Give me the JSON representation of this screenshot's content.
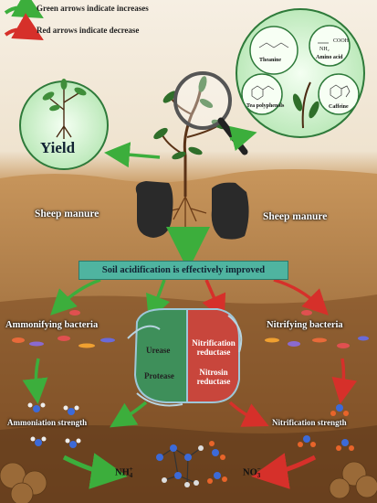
{
  "legend": {
    "increase": "Green arrows indicate increases",
    "decrease": "Red arrows indicate decrease"
  },
  "yield_label": "Yield",
  "compounds": {
    "theanine": "Theanine",
    "amino_acid": "Amino acid",
    "tea_polyphenols": "Tea polyphenols",
    "caffeine": "Caffeine",
    "cooh": "COOH",
    "nh2": "NH₂"
  },
  "manure": {
    "left": "Sheep manure",
    "right": "Sheep manure"
  },
  "banner": "Soil acidification is effectively improved",
  "bacteria": {
    "left": "Ammonifying bacteria",
    "right": "Nitrifying bacteria"
  },
  "enzymes": {
    "urease": "Urease",
    "protease": "Protease",
    "nitrification_reductase": "Nitrification reductase",
    "nitrosin_reductase": "Nitrosin reductase"
  },
  "strength": {
    "left": "Ammoniation strength",
    "right": "Nitrification strength"
  },
  "products": {
    "left_base": "NH",
    "left_sup": "+",
    "left_sub": "4",
    "right_base": "NO",
    "right_sup": "−",
    "right_sub": "3"
  },
  "colors": {
    "increase_arrow": "#3cae3c",
    "decrease_arrow": "#d6302a",
    "banner": "#4fb4a0",
    "urease_panel": "#3e8f5a",
    "reductase_panel": "#c8463c"
  }
}
